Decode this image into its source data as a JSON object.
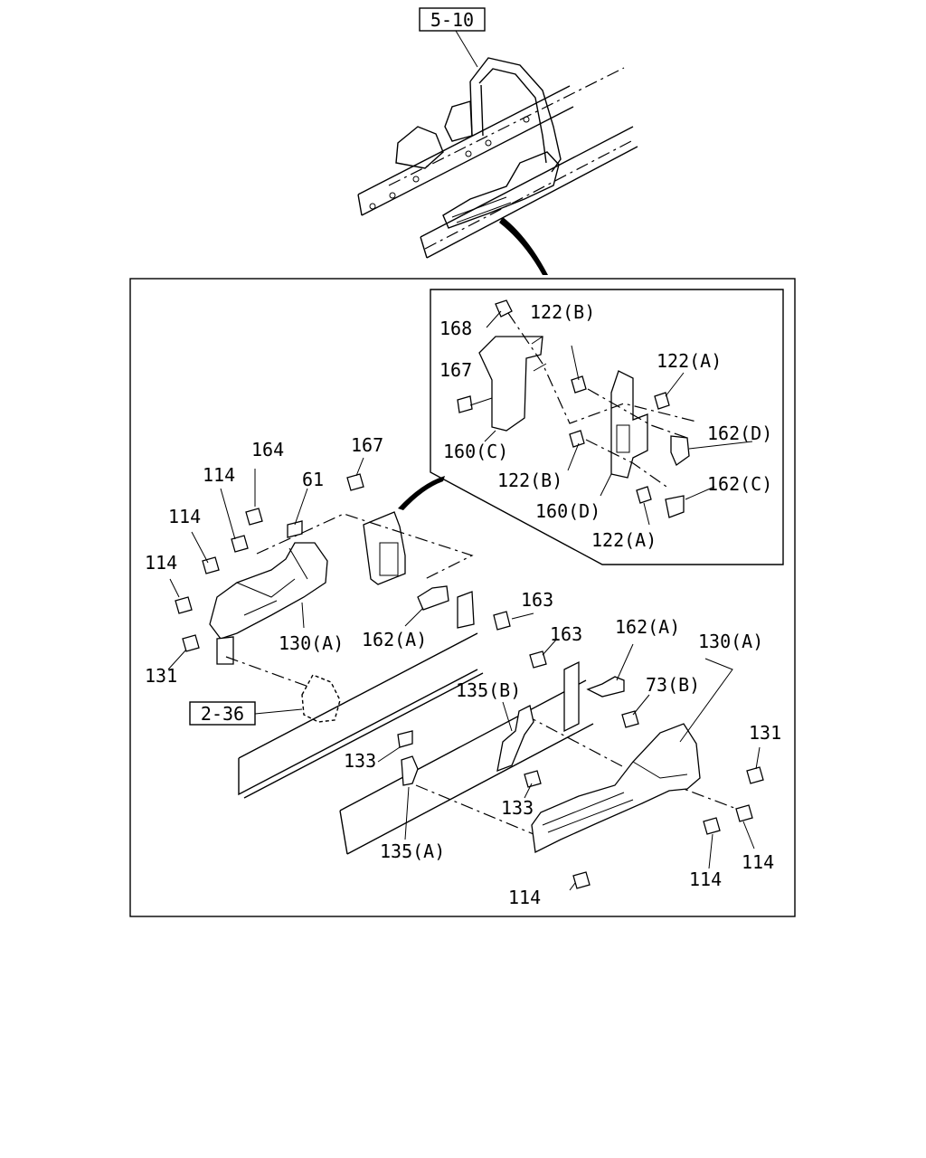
{
  "refs": {
    "top_ref": "5-10",
    "left_ref": "2-36"
  },
  "labels": {
    "l168": "168",
    "l122b_top": "122(B)",
    "l167_detail": "167",
    "l122a_top": "122(A)",
    "l162d": "162(D)",
    "l160c": "160(C)",
    "l122b_mid": "122(B)",
    "l162c": "162(C)",
    "l160d": "160(D)",
    "l122a_bot": "122(A)",
    "l164": "164",
    "l114_a": "114",
    "l61": "61",
    "l167_main": "167",
    "l114_b": "114",
    "l114_c": "114",
    "l163_a": "163",
    "l130a_left": "130(A)",
    "l162a_left": "162(A)",
    "l131_left": "131",
    "l163_b": "163",
    "l162a_right": "162(A)",
    "l130a_right": "130(A)",
    "l135b": "135(B)",
    "l73b": "73(B)",
    "l131_right": "131",
    "l133_a": "133",
    "l133_b": "133",
    "l135a": "135(A)",
    "l114_d": "114",
    "l114_e": "114",
    "l114_f": "114"
  }
}
